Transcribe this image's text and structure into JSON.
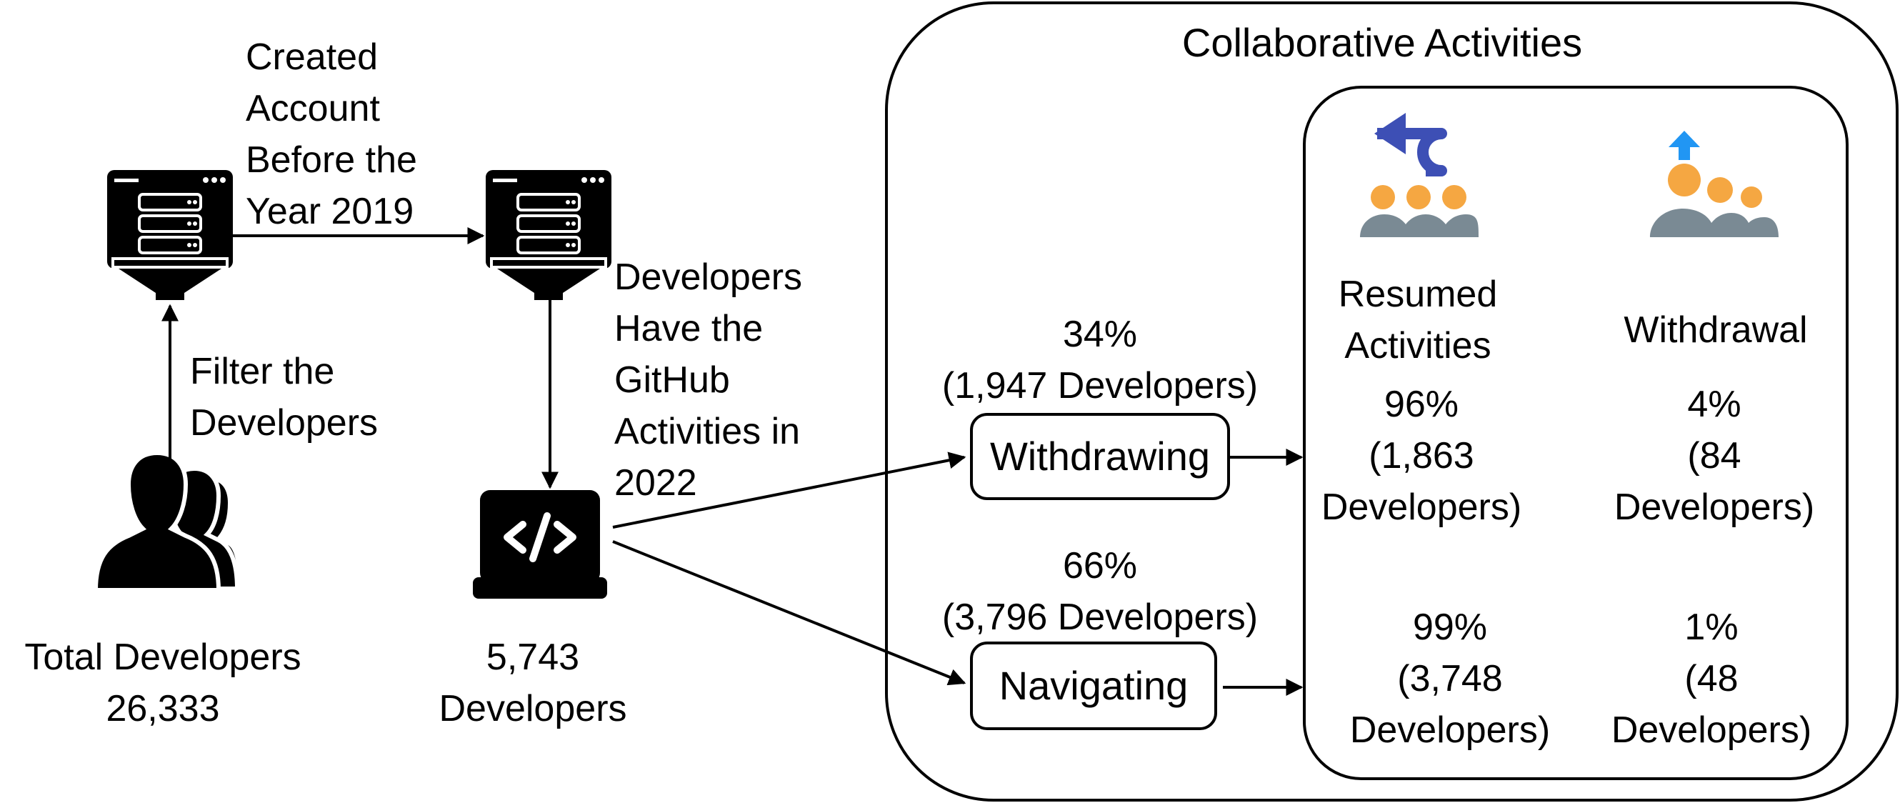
{
  "title": "Collaborative Activities",
  "filter_step1": [
    "Created",
    "Account",
    "Before the",
    "Year 2019"
  ],
  "filter_label": [
    "Filter the",
    "Developers"
  ],
  "filter_step2": [
    "Developers",
    "Have the",
    "GitHub",
    "Activities in",
    "2022"
  ],
  "total": [
    "Total Developers",
    "26,333"
  ],
  "subset": [
    "5,743",
    "Developers"
  ],
  "withdrawing": {
    "label": "Withdrawing",
    "share": [
      "34%",
      "(1,947 Developers)"
    ],
    "resumed": [
      "96%",
      "(1,863",
      "Developers)"
    ],
    "withdrawal": [
      "4%",
      "(84",
      "Developers)"
    ]
  },
  "navigating": {
    "label": "Navigating",
    "share": [
      "66%",
      "(3,796 Developers)"
    ],
    "resumed": [
      "99%",
      "(3,748",
      "Developers)"
    ],
    "withdrawal": [
      "1%",
      "(48",
      "Developers)"
    ]
  },
  "outcomes": {
    "resumed_heading": [
      "Resumed",
      "Activities"
    ],
    "withdrawal_heading": "Withdrawal"
  },
  "colors": {
    "arrow_blue": "#3d4fb5",
    "up_blue": "#2196f3",
    "people_orange": "#f5a742",
    "people_gray": "#7a8a94"
  }
}
